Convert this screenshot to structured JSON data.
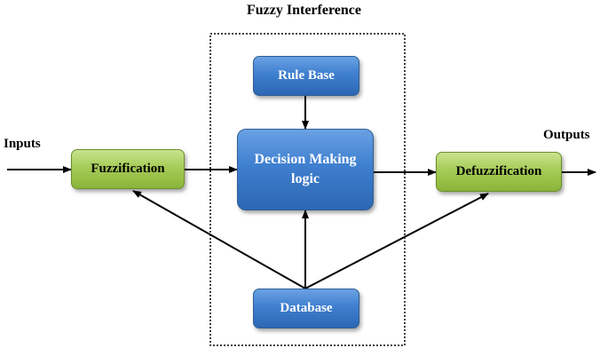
{
  "title": "Fuzzy Interference",
  "inputs_label": "Inputs",
  "outputs_label": "Outputs",
  "nodes": {
    "rule_base": "Rule Base",
    "decision": "Decision Making logic",
    "database": "Database",
    "fuzzification": "Fuzzification",
    "defuzzification": "Defuzzification"
  },
  "colors": {
    "process_blue": "#3f7fcf",
    "io_green": "#a6cc57",
    "arrow": "#000000"
  }
}
